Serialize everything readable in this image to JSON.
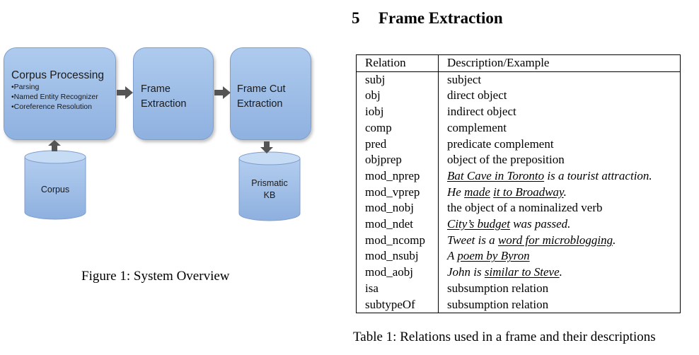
{
  "figure": {
    "corpus_processing": {
      "title": "Corpus Processing",
      "bullets": [
        "•Parsing",
        "•Named Entity Recognizer",
        "•Coreference Resolution"
      ]
    },
    "frame_extraction": {
      "line1": "Frame",
      "line2": "Extraction"
    },
    "frame_cut_extraction": {
      "line1": "Frame Cut",
      "line2": "Extraction"
    },
    "corpus_db": {
      "label": "Corpus"
    },
    "prismatic_db": {
      "line1": "Prismatic",
      "line2": "KB"
    },
    "colors": {
      "box_fill": "#9dbfe9",
      "box_border": "#7f9ecd",
      "arrow": "#555555"
    },
    "caption": "Figure 1: System Overview"
  },
  "section": {
    "number": "5",
    "title": "Frame Extraction"
  },
  "table": {
    "headers": [
      "Relation",
      "Description/Example"
    ],
    "rows": [
      {
        "relation": "subj",
        "description": [
          {
            "t": "subject"
          }
        ]
      },
      {
        "relation": "obj",
        "description": [
          {
            "t": "direct object"
          }
        ]
      },
      {
        "relation": "iobj",
        "description": [
          {
            "t": "indirect object"
          }
        ]
      },
      {
        "relation": "comp",
        "description": [
          {
            "t": "complement"
          }
        ]
      },
      {
        "relation": "pred",
        "description": [
          {
            "t": "predicate complement"
          }
        ]
      },
      {
        "relation": "objprep",
        "description": [
          {
            "t": "object of the preposition"
          }
        ]
      },
      {
        "relation": "mod_nprep",
        "description": [
          {
            "t": "Bat Cave in Toronto",
            "i": true,
            "u": true
          },
          {
            "t": " is a tourist attraction.",
            "i": true
          }
        ]
      },
      {
        "relation": "mod_vprep",
        "description": [
          {
            "t": "He ",
            "i": true
          },
          {
            "t": "made",
            "i": true,
            "u": true
          },
          {
            "t": " ",
            "i": true
          },
          {
            "t": "it to Broadway",
            "i": true,
            "u": true
          },
          {
            "t": ".",
            "i": true
          }
        ]
      },
      {
        "relation": "mod_nobj",
        "description": [
          {
            "t": "the object of a nominalized verb"
          }
        ]
      },
      {
        "relation": "mod_ndet",
        "description": [
          {
            "t": "City’s budget",
            "i": true,
            "u": true
          },
          {
            "t": " was passed.",
            "i": true
          }
        ]
      },
      {
        "relation": "mod_ncomp",
        "description": [
          {
            "t": "Tweet is a ",
            "i": true
          },
          {
            "t": "word for microblogging",
            "i": true,
            "u": true
          },
          {
            "t": ".",
            "i": true
          }
        ]
      },
      {
        "relation": "mod_nsubj",
        "description": [
          {
            "t": "A ",
            "i": true
          },
          {
            "t": "poem by Byron",
            "i": true,
            "u": true
          }
        ]
      },
      {
        "relation": "mod_aobj",
        "description": [
          {
            "t": "John is ",
            "i": true
          },
          {
            "t": "similar to Steve",
            "i": true,
            "u": true
          },
          {
            "t": ".",
            "i": true
          }
        ]
      },
      {
        "relation": "isa",
        "description": [
          {
            "t": "subsumption relation"
          }
        ]
      },
      {
        "relation": "subtypeOf",
        "description": [
          {
            "t": "subsumption relation"
          }
        ]
      }
    ],
    "caption": "Table 1: Relations used in a frame and their descriptions"
  }
}
